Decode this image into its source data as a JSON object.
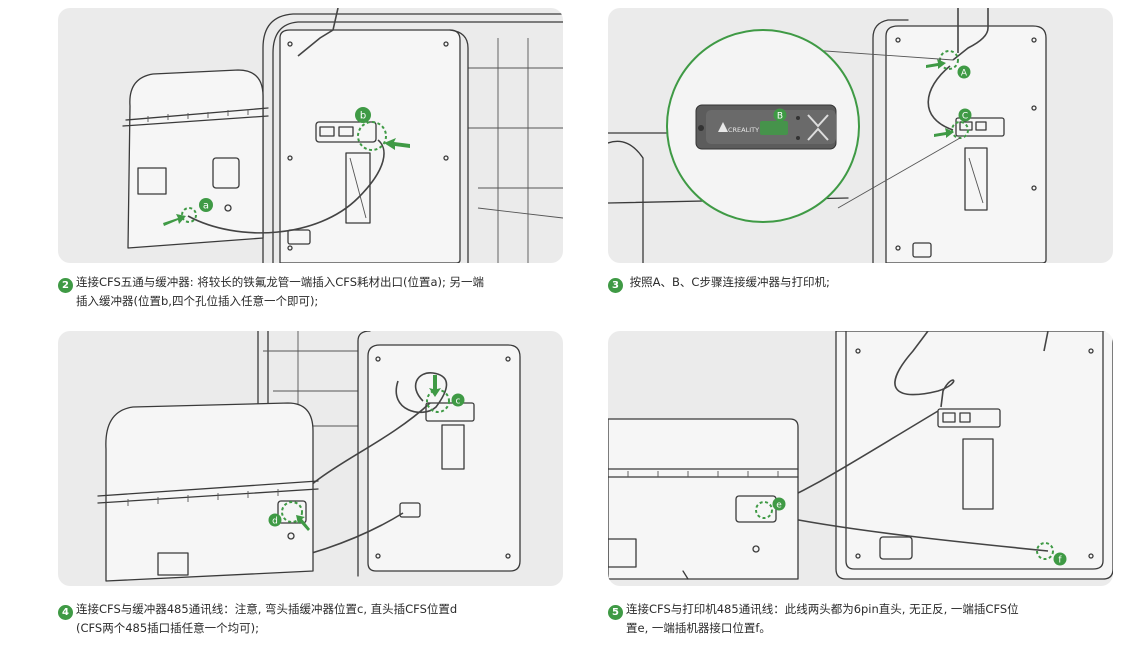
{
  "steps": [
    {
      "number": "2",
      "line1": "连接CFS五通与缓冲器: 将较长的铁氟龙管一端插入CFS耗材出口(位置a); 另一端",
      "line2": "插入缓冲器(位置b,四个孔位插入任意一个即可);",
      "markers": [
        "b",
        "a"
      ]
    },
    {
      "number": "3",
      "line1": "按照A、B、C步骤连接缓冲器与打印机;",
      "line2": "",
      "markers": [
        "A",
        "B",
        "C"
      ]
    },
    {
      "number": "4",
      "line1": "连接CFS与缓冲器485通讯线：注意, 弯头插缓冲器位置c, 直头插CFS位置d",
      "line2": "(CFS两个485插口插任意一个均可);",
      "markers": [
        "c",
        "d"
      ]
    },
    {
      "number": "5",
      "line1": "连接CFS与打印机485通讯线：此线两头都为6pin直头, 无正反, 一端插CFS位",
      "line2": "置e, 一端插机器接口位置f。",
      "markers": [
        "e",
        "f"
      ]
    }
  ],
  "logo_text": "CREALITY",
  "colors": {
    "accent": "#3f9a45",
    "panel_bg": "#ebebeb",
    "text": "#2b2b2b"
  }
}
